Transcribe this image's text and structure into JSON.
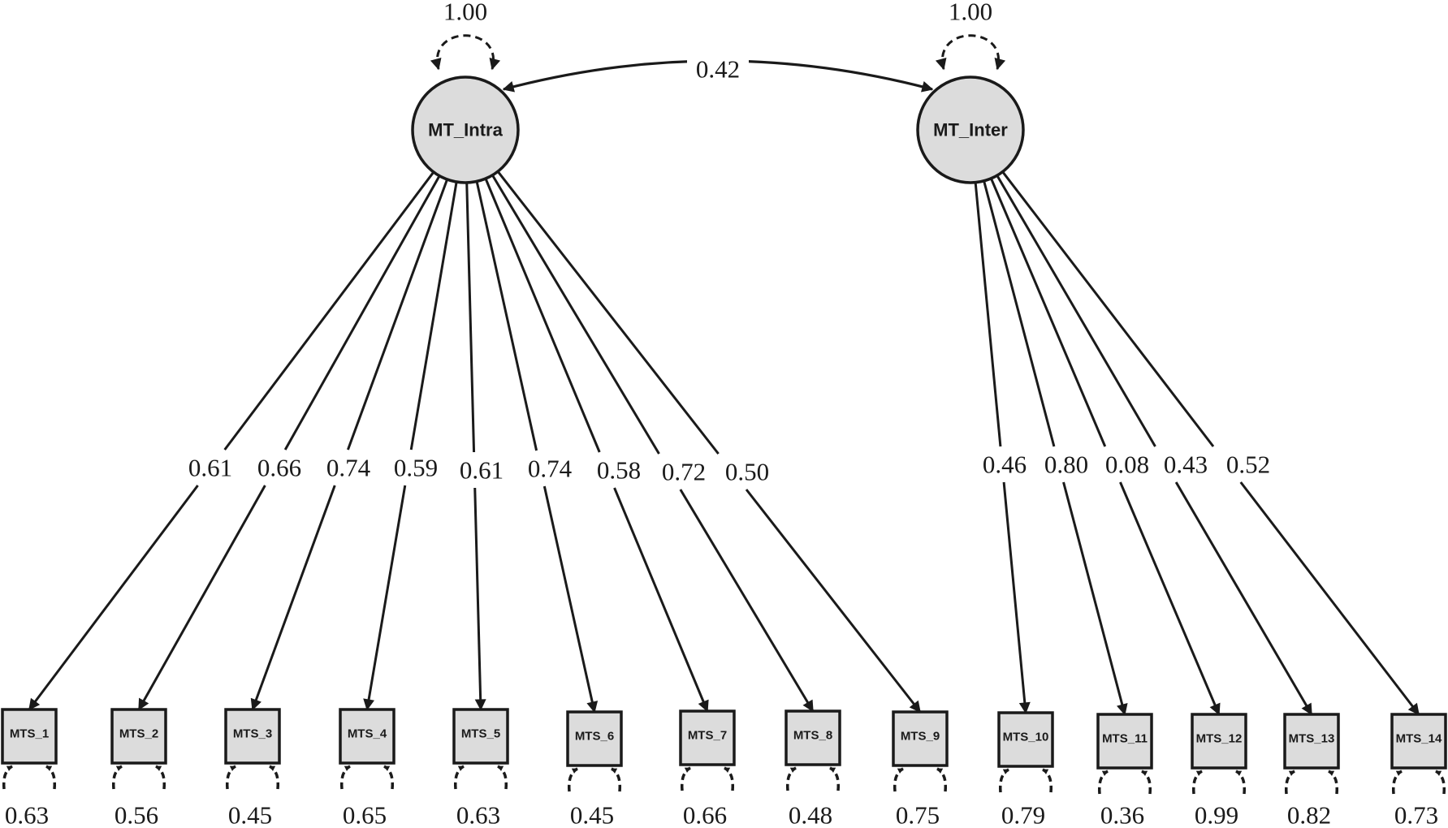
{
  "factors": [
    {
      "id": "intra",
      "label": "MT_Intra",
      "variance": "1.00"
    },
    {
      "id": "inter",
      "label": "MT_Inter",
      "variance": "1.00"
    }
  ],
  "covariance": "0.42",
  "indicators": [
    {
      "label": "MTS_1",
      "factor": "intra",
      "loading": "0.61",
      "error": "0.63"
    },
    {
      "label": "MTS_2",
      "factor": "intra",
      "loading": "0.66",
      "error": "0.56"
    },
    {
      "label": "MTS_3",
      "factor": "intra",
      "loading": "0.74",
      "error": "0.45"
    },
    {
      "label": "MTS_4",
      "factor": "intra",
      "loading": "0.59",
      "error": "0.65"
    },
    {
      "label": "MTS_5",
      "factor": "intra",
      "loading": "0.61",
      "error": "0.63"
    },
    {
      "label": "MTS_6",
      "factor": "intra",
      "loading": "0.74",
      "error": "0.45"
    },
    {
      "label": "MTS_7",
      "factor": "intra",
      "loading": "0.58",
      "error": "0.66"
    },
    {
      "label": "MTS_8",
      "factor": "intra",
      "loading": "0.72",
      "error": "0.48"
    },
    {
      "label": "MTS_9",
      "factor": "intra",
      "loading": "0.50",
      "error": "0.75"
    },
    {
      "label": "MTS_10",
      "factor": "inter",
      "loading": "0.46",
      "error": "0.79"
    },
    {
      "label": "MTS_11",
      "factor": "inter",
      "loading": "0.80",
      "error": "0.36"
    },
    {
      "label": "MTS_12",
      "factor": "inter",
      "loading": "0.08",
      "error": "0.99"
    },
    {
      "label": "MTS_13",
      "factor": "inter",
      "loading": "0.43",
      "error": "0.82"
    },
    {
      "label": "MTS_14",
      "factor": "inter",
      "loading": "0.52",
      "error": "0.73"
    }
  ]
}
